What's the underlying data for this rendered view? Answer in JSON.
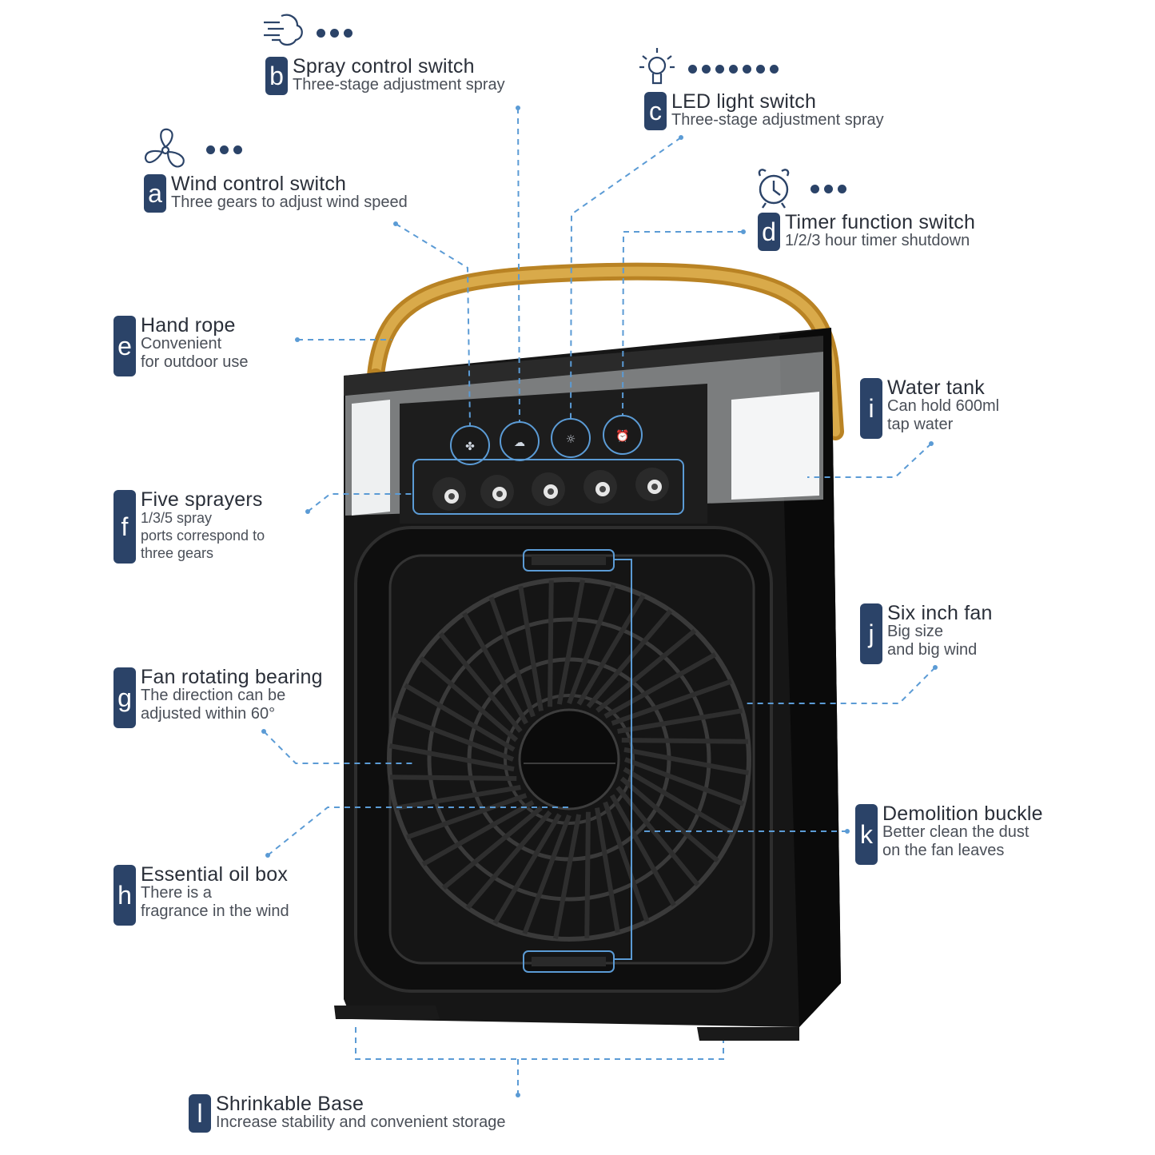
{
  "colors": {
    "accent_navy": "#2b4368",
    "leader_blue": "#5b9bd5",
    "body_black": "#141414",
    "handle_tan": "#c9952e"
  },
  "callouts": {
    "a": {
      "letter": "a",
      "title": "Wind control switch",
      "desc": [
        "Three gears to adjust wind speed"
      ],
      "icon": "fan-icon",
      "dots": 3
    },
    "b": {
      "letter": "b",
      "title": "Spray control switch",
      "desc": [
        "Three-stage adjustment spray"
      ],
      "icon": "spray-icon",
      "dots": 3
    },
    "c": {
      "letter": "c",
      "title": "LED light switch",
      "desc": [
        "Three-stage adjustment spray"
      ],
      "icon": "light-bulb-icon",
      "dots": 7
    },
    "d": {
      "letter": "d",
      "title": "Timer function switch",
      "desc": [
        "1/2/3 hour timer shutdown"
      ],
      "icon": "alarm-clock-icon",
      "dots": 3
    },
    "e": {
      "letter": "e",
      "title": "Hand rope",
      "desc": [
        "Convenient",
        "for outdoor use"
      ]
    },
    "f": {
      "letter": "f",
      "title": "Five sprayers",
      "desc": [
        "1/3/5 spray",
        "ports correspond to",
        "three gears"
      ]
    },
    "g": {
      "letter": "g",
      "title": "Fan rotating bearing",
      "desc": [
        "The direction can be",
        "adjusted within 60°"
      ]
    },
    "h": {
      "letter": "h",
      "title": "Essential oil box",
      "desc": [
        "There is a",
        "fragrance in the wind"
      ]
    },
    "i": {
      "letter": "i",
      "title": "Water tank",
      "desc": [
        "Can hold 600ml",
        "tap water"
      ]
    },
    "j": {
      "letter": "j",
      "title": "Six inch fan",
      "desc": [
        "Big size",
        "and big wind"
      ]
    },
    "k": {
      "letter": "k",
      "title": "Demolition buckle",
      "desc": [
        "Better clean the dust",
        "on the fan leaves"
      ]
    },
    "l": {
      "letter": "l",
      "title": "Shrinkable Base",
      "desc": [
        "Increase stability and convenient storage"
      ]
    }
  }
}
